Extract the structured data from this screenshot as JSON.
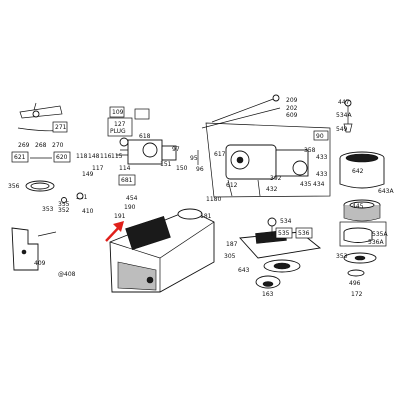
{
  "callouts": {
    "c209": "209",
    "c202": "202",
    "c609": "609",
    "c447": "447",
    "c534A": "534A",
    "c549": "549",
    "c271": "271",
    "c109": "109",
    "c127": "127",
    "plug": "PLUG",
    "c618": "618",
    "c90": "90",
    "c97": "97",
    "c95": "95",
    "c151": "151",
    "c269": "269",
    "c268": "268",
    "c270": "270",
    "c118": "118",
    "c148": "148",
    "c116": "116",
    "c115": "115",
    "c117": "117",
    "c617": "617",
    "c433a": "433",
    "c433b": "433",
    "c358": "358",
    "c621": "621",
    "c620": "620",
    "c149": "149",
    "c114": "114",
    "c681": "681",
    "c150": "150",
    "c96": "96",
    "c612": "612",
    "c432": "432",
    "c435": "435",
    "c392": "392",
    "c434": "434",
    "c356": "356",
    "c353a": "353",
    "c355": "355",
    "c352": "352",
    "c410": "410",
    "c454": "454",
    "c191": "191",
    "c181": "181",
    "c1180": "1180",
    "c642": "642",
    "c643A": "643A",
    "c445": "445",
    "c535A": "535A",
    "c536A": "536A",
    "c534": "534",
    "c535": "535",
    "c536": "536",
    "c353b": "353",
    "c351": "351",
    "c409": "409",
    "c408": "@408",
    "c305": "305",
    "c643": "643",
    "c163": "163",
    "c496": "496",
    "c172": "172",
    "c190": "190",
    "c187": "187"
  },
  "colors": {
    "ink": "#111111",
    "arrow": "#e0201b",
    "paper": "#ffffff"
  },
  "icons": {
    "pointer": "red-arrow-icon"
  }
}
